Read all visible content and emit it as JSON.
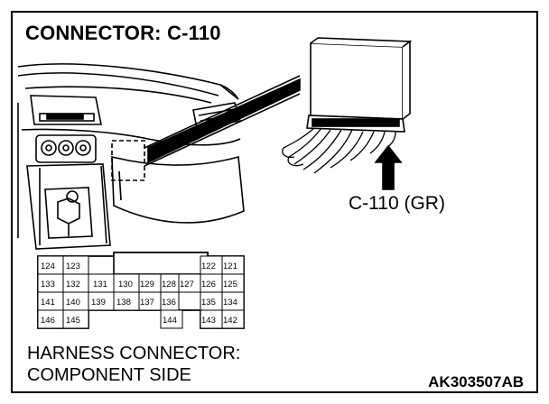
{
  "title": "CONNECTOR: C-110",
  "connector_label": "C-110 (GR)",
  "caption_line1": "HARNESS CONNECTOR:",
  "caption_line2": "COMPONENT SIDE",
  "figure_code": "AK303507AB",
  "pins": {
    "p124": "124",
    "p123": "123",
    "p122": "122",
    "p121": "121",
    "p133": "133",
    "p132": "132",
    "p131": "131",
    "p130": "130",
    "p129": "129",
    "p128": "128",
    "p127": "127",
    "p126": "126",
    "p125": "125",
    "p141": "141",
    "p140": "140",
    "p139": "139",
    "p138": "138",
    "p137": "137",
    "p136": "136",
    "p135": "135",
    "p134": "134",
    "p146": "146",
    "p145": "145",
    "p144": "144",
    "p143": "143",
    "p142": "142"
  }
}
